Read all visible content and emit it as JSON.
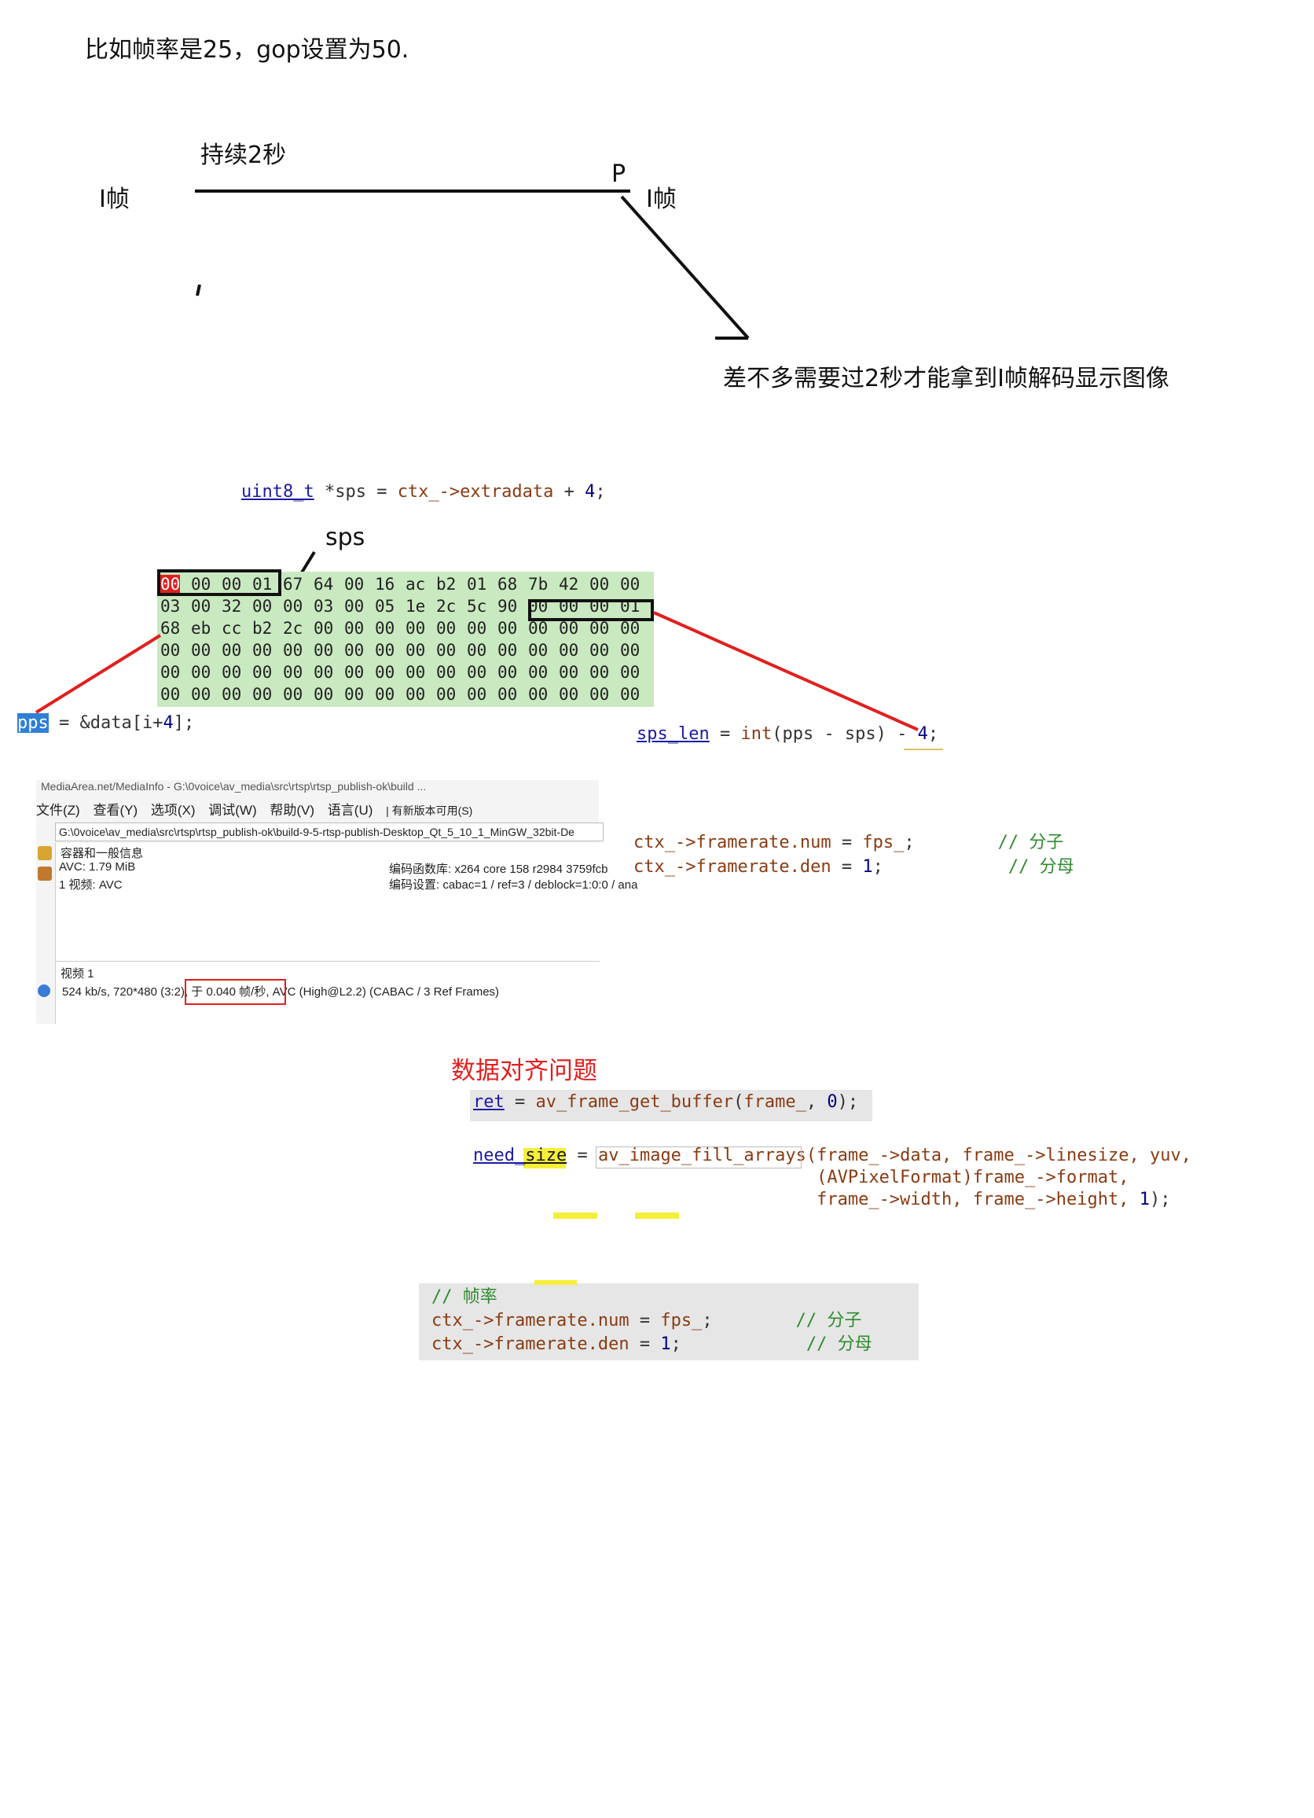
{
  "intro": {
    "sentence": "比如帧率是25，gop设置为50."
  },
  "gop_diagram": {
    "duration_label": "持续2秒",
    "left_frame": "I帧",
    "p_label": "P",
    "right_frame": "I帧",
    "note": "差不多需要过2秒才能拿到I帧解码显示图像"
  },
  "sps_code": {
    "line": [
      {
        "t": "uint8_t",
        "c": "kw-type"
      },
      {
        "t": " *sps = ",
        "c": "plain"
      },
      {
        "t": "ctx_->extradata",
        "c": "mem"
      },
      {
        "t": " + ",
        "c": "plain"
      },
      {
        "t": "4",
        "c": "num"
      },
      {
        "t": ";",
        "c": "plain"
      }
    ]
  },
  "sps_label": "sps",
  "hex_dump": {
    "rows": [
      [
        "00",
        "00",
        "00",
        "01",
        "67",
        "64",
        "00",
        "16",
        "ac",
        "b2",
        "01",
        "68",
        "7b",
        "42",
        "00",
        "00"
      ],
      [
        "03",
        "00",
        "32",
        "00",
        "00",
        "03",
        "00",
        "05",
        "1e",
        "2c",
        "5c",
        "90",
        "00",
        "00",
        "00",
        "01"
      ],
      [
        "68",
        "eb",
        "cc",
        "b2",
        "2c",
        "00",
        "00",
        "00",
        "00",
        "00",
        "00",
        "00",
        "00",
        "00",
        "00",
        "00"
      ],
      [
        "00",
        "00",
        "00",
        "00",
        "00",
        "00",
        "00",
        "00",
        "00",
        "00",
        "00",
        "00",
        "00",
        "00",
        "00",
        "00"
      ],
      [
        "00",
        "00",
        "00",
        "00",
        "00",
        "00",
        "00",
        "00",
        "00",
        "00",
        "00",
        "00",
        "00",
        "00",
        "00",
        "00"
      ],
      [
        "00",
        "00",
        "00",
        "00",
        "00",
        "00",
        "00",
        "00",
        "00",
        "00",
        "00",
        "00",
        "00",
        "00",
        "00",
        "00"
      ]
    ]
  },
  "pps_code": {
    "line": [
      {
        "t": "pps",
        "c": "sel"
      },
      {
        "t": " = &data[i+",
        "c": "plain"
      },
      {
        "t": "4",
        "c": "num"
      },
      {
        "t": "];",
        "c": "plain"
      }
    ]
  },
  "sps_len_code": {
    "line": [
      {
        "t": "sps_len",
        "c": "kw-type"
      },
      {
        "t": " = ",
        "c": "plain"
      },
      {
        "t": "int",
        "c": "fn"
      },
      {
        "t": "(pps - sps) - ",
        "c": "plain"
      },
      {
        "t": "4",
        "c": "num"
      },
      {
        "t": ";",
        "c": "plain"
      }
    ]
  },
  "mediainfo": {
    "title_cut": "MediaArea.net/MediaInfo - G:\\0voice\\av_media\\src\\rtsp\\rtsp_publish-ok\\build ...",
    "menu": [
      "文件(Z)",
      "查看(Y)",
      "选项(X)",
      "调试(W)",
      "帮助(V)",
      "语言(U)",
      "| 有新版本可用(S)"
    ],
    "path": "G:\\0voice\\av_media\\src\\rtsp\\rtsp_publish-ok\\build-9-5-rtsp-publish-Desktop_Qt_5_10_1_MinGW_32bit-De",
    "section_general": "容器和一般信息",
    "avc_size": "AVC: 1.79 MiB",
    "video_count": "1 视频: AVC",
    "encoder_lib": "编码函数库: x264 core 158 r2984 3759fcb",
    "encoder_settings": "编码设置: cabac=1 / ref=3 / deblock=1:0:0 / ana",
    "section_video": "视频 1",
    "video_line_a": "524 kb/s, 720*480 (3:2), ",
    "video_line_fps": "于 0.040 帧/秒, A",
    "video_line_b": "VC (High@L2.2) (CABAC / 3 Ref Frames)"
  },
  "framerate_code": {
    "line1": [
      {
        "t": "ctx_->framerate.num",
        "c": "mem"
      },
      {
        "t": " = ",
        "c": "plain"
      },
      {
        "t": "fps_",
        "c": "mem"
      },
      {
        "t": ";",
        "c": "plain"
      },
      {
        "t": "        // 分子",
        "c": "cm"
      }
    ],
    "line2": [
      {
        "t": "ctx_->framerate.den",
        "c": "mem"
      },
      {
        "t": " = ",
        "c": "plain"
      },
      {
        "t": "1",
        "c": "num"
      },
      {
        "t": ";",
        "c": "plain"
      },
      {
        "t": "            // 分母",
        "c": "cm"
      }
    ]
  },
  "alignment": {
    "title": "数据对齐问题",
    "line1": [
      {
        "t": "ret",
        "c": "kw-type"
      },
      {
        "t": " = ",
        "c": "plain"
      },
      {
        "t": "av_frame_get_buffer",
        "c": "fn"
      },
      {
        "t": "(",
        "c": "plain"
      },
      {
        "t": "frame_",
        "c": "mem"
      },
      {
        "t": ", ",
        "c": "plain"
      },
      {
        "t": "0",
        "c": "num"
      },
      {
        "t": ");",
        "c": "plain"
      }
    ],
    "line2": [
      {
        "t": "need_size",
        "c": "kw-type"
      },
      {
        "t": " = ",
        "c": "plain"
      },
      {
        "t": "av_image_fill_arrays",
        "c": "fn"
      },
      {
        "t": "(frame_->data, frame_->linesize, yuv,",
        "c": "mem"
      }
    ],
    "line3": [
      {
        "t": "                                 ",
        "c": "plain"
      },
      {
        "t": "(AVPixelFormat)",
        "c": "fn"
      },
      {
        "t": "frame_->format,",
        "c": "mem"
      }
    ],
    "line4": [
      {
        "t": "                                 ",
        "c": "plain"
      },
      {
        "t": "frame_->width, frame_->height, ",
        "c": "mem"
      },
      {
        "t": "1",
        "c": "num"
      },
      {
        "t": ");",
        "c": "plain"
      }
    ]
  },
  "framerate_block": {
    "comment": "// 帧率",
    "line1": [
      {
        "t": "ctx_->framerate.num",
        "c": "mem"
      },
      {
        "t": " = ",
        "c": "plain"
      },
      {
        "t": "fps_",
        "c": "mem"
      },
      {
        "t": ";",
        "c": "plain"
      },
      {
        "t": "        // 分子",
        "c": "cm"
      }
    ],
    "line2": [
      {
        "t": "ctx_->framerate.den",
        "c": "mem"
      },
      {
        "t": " = ",
        "c": "plain"
      },
      {
        "t": "1",
        "c": "num"
      },
      {
        "t": ";",
        "c": "plain"
      },
      {
        "t": "            // 分母",
        "c": "cm"
      }
    ]
  },
  "colors": {
    "annotation_red": "#e0201e",
    "hex_bg": "#c9e9c0",
    "code_bg": "#e6e6e6"
  }
}
